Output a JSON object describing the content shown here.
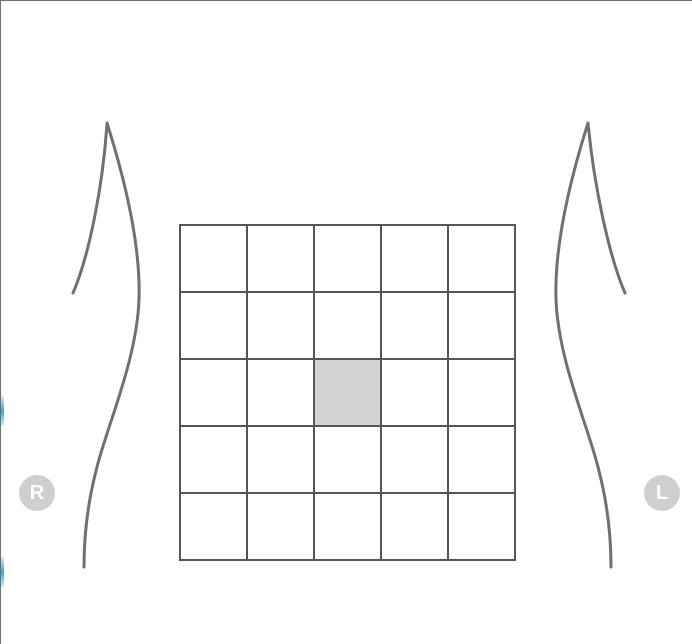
{
  "labels": {
    "right_side": "R",
    "left_side": "L"
  },
  "grid": {
    "rows": 5,
    "columns": 5,
    "highlighted_cell": {
      "row": 3,
      "column": 3
    }
  },
  "colors": {
    "outline": "#707070",
    "grid_line": "#555555",
    "highlight_fill": "#d3d3d3",
    "badge_fill": "#cfcfcf",
    "badge_text": "#ffffff"
  }
}
